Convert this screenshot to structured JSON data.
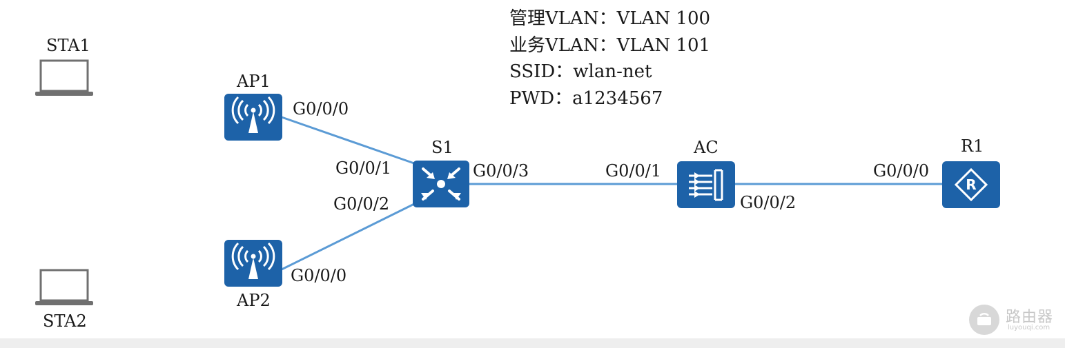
{
  "info": {
    "line1": "管理VLAN：VLAN 100",
    "line2": "业务VLAN：VLAN 101",
    "line3": "SSID：wlan-net",
    "line4": "PWD：a1234567"
  },
  "nodes": {
    "sta1": "STA1",
    "sta2": "STA2",
    "ap1": "AP1",
    "ap2": "AP2",
    "s1": "S1",
    "ac": "AC",
    "r1": "R1"
  },
  "ports": {
    "ap1_g000": "G0/0/0",
    "ap2_g000": "G0/0/0",
    "s1_g001": "G0/0/1",
    "s1_g002": "G0/0/2",
    "s1_g003": "G0/0/3",
    "ac_g001": "G0/0/1",
    "ac_g002": "G0/0/2",
    "r1_g000": "G0/0/0"
  },
  "colors": {
    "device_blue": "#1d62a8",
    "link_blue": "#5b9bd5",
    "laptop_gray": "#707070"
  },
  "watermark": {
    "cn": "路由器",
    "en": "luyouqi.com"
  }
}
